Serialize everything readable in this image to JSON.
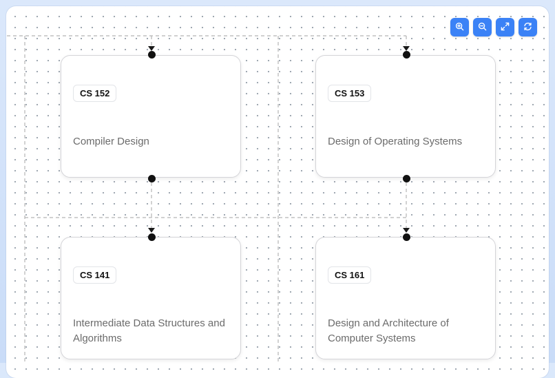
{
  "toolbar": {
    "buttons": [
      {
        "icon": "zoom-in-icon"
      },
      {
        "icon": "zoom-out-icon"
      },
      {
        "icon": "fit-view-icon"
      },
      {
        "icon": "refresh-icon"
      }
    ],
    "accent": "#3b82f6"
  },
  "nodes": [
    {
      "code": "CS 152",
      "title": "Compiler Design"
    },
    {
      "code": "CS 153",
      "title": "Design of Operating Systems"
    },
    {
      "code": "CS 141",
      "title": "Intermediate Data Structures and Algorithms"
    },
    {
      "code": "CS 161",
      "title": "Design and Architecture of Computer Systems"
    }
  ],
  "edges": [
    {
      "from": "CS 152",
      "to": "CS 141"
    },
    {
      "from": "CS 153",
      "to": "CS 161"
    }
  ]
}
